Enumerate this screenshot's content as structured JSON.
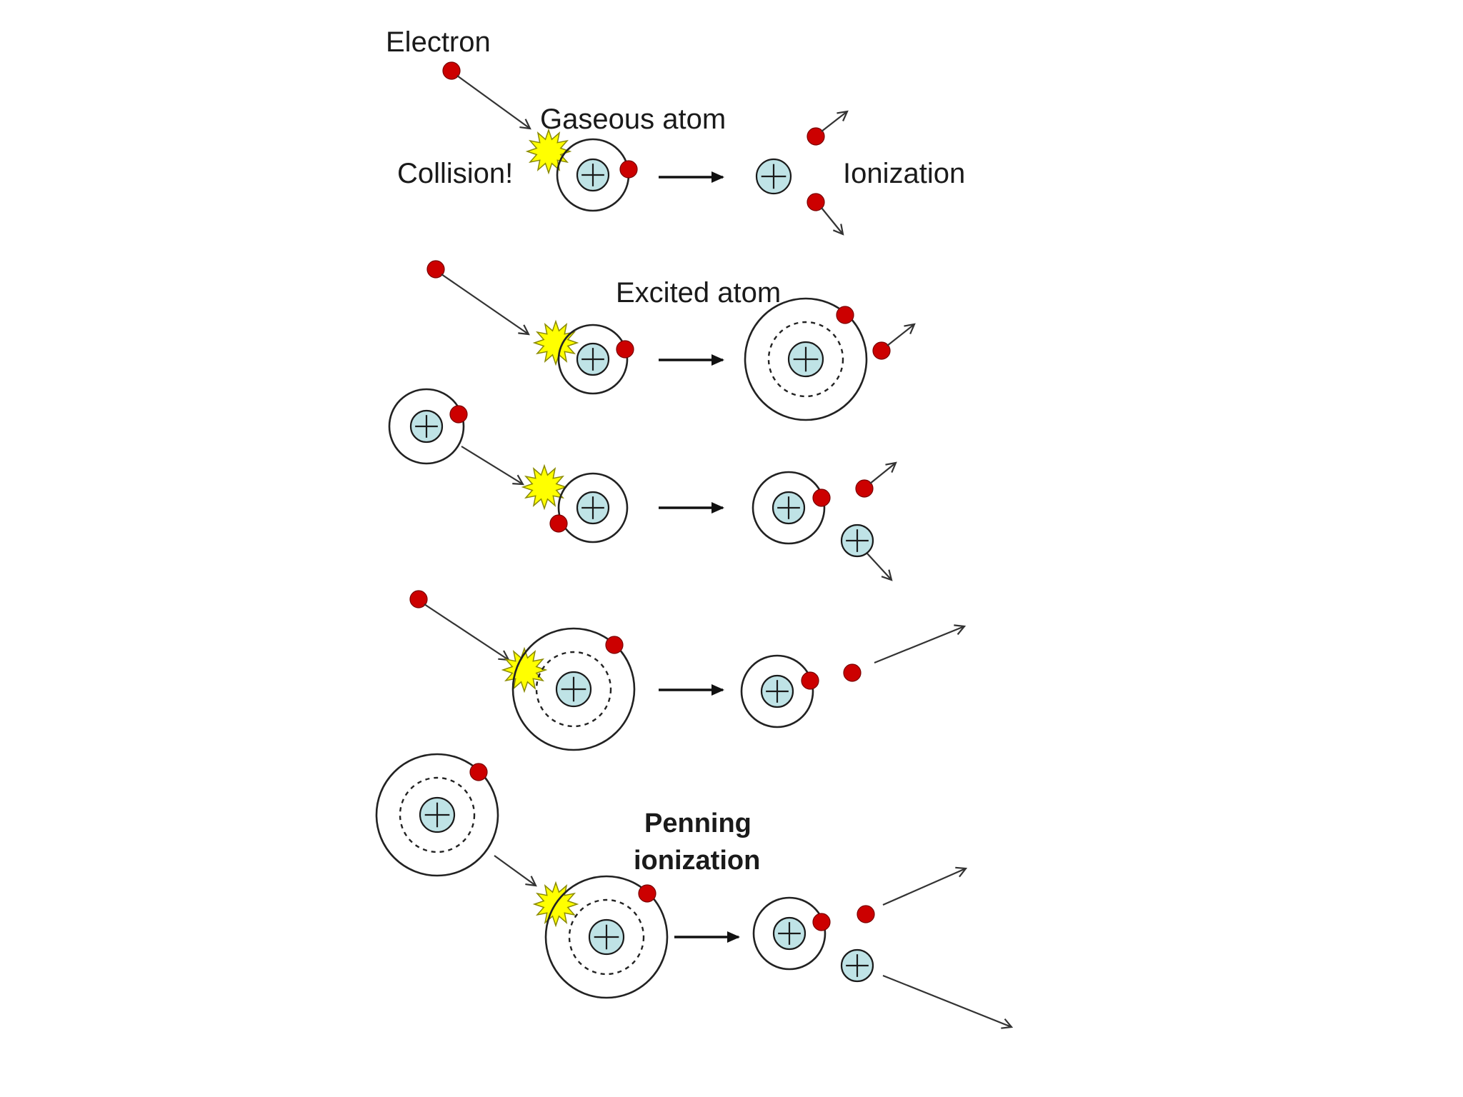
{
  "labels": {
    "electron": "Electron",
    "gaseous_atom": "Gaseous atom",
    "collision": "Collision!",
    "ionization": "Ionization",
    "excited_atom": "Excited atom",
    "penning_line1": "Penning",
    "penning_line2": "ionization"
  },
  "colors": {
    "electron": "#cc0000",
    "nucleus_fill": "#bfe3e6",
    "nucleus_stroke": "#1a1a1a",
    "spark_fill": "#ffff00",
    "spark_stroke": "#8a8a00",
    "line": "#222222"
  },
  "icons": {
    "nucleus": "plus-in-circle",
    "spark": "starburst",
    "electron": "red-dot"
  }
}
